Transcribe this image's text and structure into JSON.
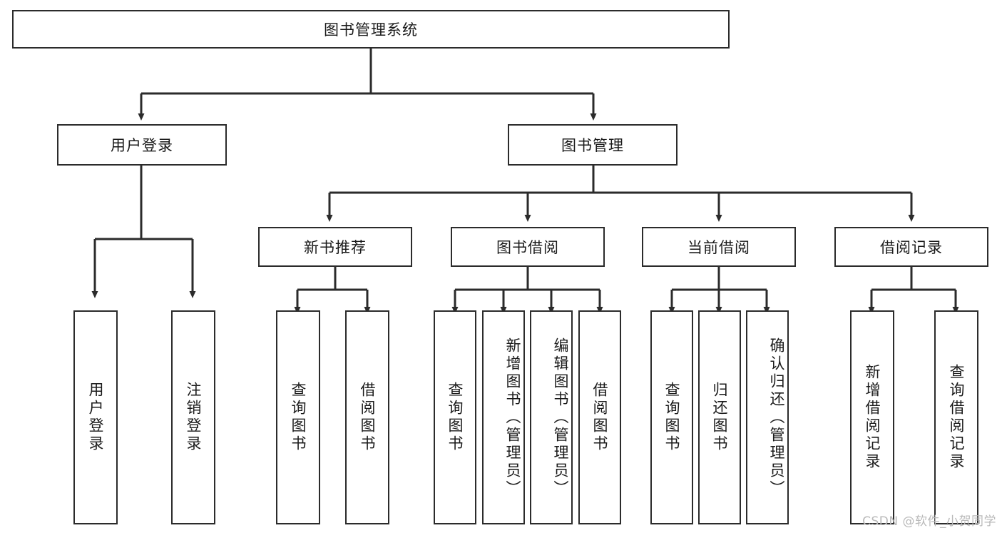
{
  "diagram": {
    "title": "图书管理系统",
    "type": "hierarchy-tree",
    "root": {
      "id": "root",
      "label": "图书管理系统"
    },
    "level1": [
      {
        "id": "user-login",
        "label": "用户登录"
      },
      {
        "id": "book-management",
        "label": "图书管理"
      }
    ],
    "level2": [
      {
        "id": "new-book-recommend",
        "label": "新书推荐",
        "parent": "book-management"
      },
      {
        "id": "book-borrow",
        "label": "图书借阅",
        "parent": "book-management"
      },
      {
        "id": "current-borrow",
        "label": "当前借阅",
        "parent": "book-management"
      },
      {
        "id": "borrow-record",
        "label": "借阅记录",
        "parent": "book-management"
      }
    ],
    "leaves": {
      "user_login": [
        {
          "id": "leaf-user-login",
          "label": "用户登录"
        },
        {
          "id": "leaf-logout",
          "label": "注销登录"
        }
      ],
      "new_book_recommend": [
        {
          "id": "leaf-query-book-1",
          "label": "查询图书"
        },
        {
          "id": "leaf-borrow-book-1",
          "label": "借阅图书"
        }
      ],
      "book_borrow": [
        {
          "id": "leaf-query-book-2",
          "label": "查询图书"
        },
        {
          "id": "leaf-add-book",
          "label": "新增图书（管理员）"
        },
        {
          "id": "leaf-edit-book",
          "label": "编辑图书（管理员）"
        },
        {
          "id": "leaf-borrow-book-2",
          "label": "借阅图书"
        }
      ],
      "current_borrow": [
        {
          "id": "leaf-query-book-3",
          "label": "查询图书"
        },
        {
          "id": "leaf-return-book",
          "label": "归还图书"
        },
        {
          "id": "leaf-confirm-return",
          "label": "确认归还（管理员）"
        }
      ],
      "borrow_record": [
        {
          "id": "leaf-add-record",
          "label": "新增借阅记录"
        },
        {
          "id": "leaf-query-record",
          "label": "查询借阅记录"
        }
      ]
    }
  },
  "watermark": {
    "text": "CSDN @软件_小贺同学"
  },
  "colors": {
    "stroke": "#2b2b2b",
    "background": "#ffffff",
    "text": "#1a1a1a",
    "watermark": "#b9b9b9"
  }
}
